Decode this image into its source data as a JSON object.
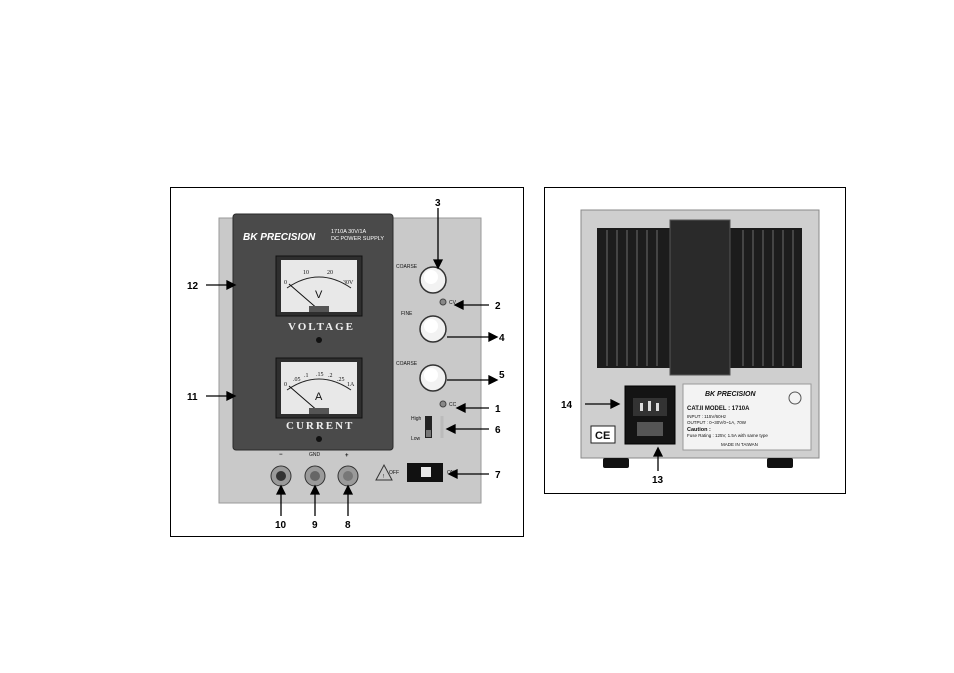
{
  "front_panel": {
    "brand": "BK PRECISION",
    "model_line1": "1710A  30V/1A",
    "model_line2": "DC POWER SUPPLY",
    "voltage_meter": {
      "label": "VOLTAGE",
      "unit": "V",
      "scale": [
        "0",
        "10",
        "20",
        "30V"
      ]
    },
    "current_meter": {
      "label": "CURRENT",
      "unit": "A",
      "scale": [
        "0",
        ".05",
        ".1",
        ".15",
        ".2",
        ".25",
        "1A"
      ]
    },
    "knobs": {
      "coarse_v": "COARSE",
      "fine": "FINE",
      "coarse_c": "COARSE"
    },
    "indicators": {
      "cv": "CV",
      "cc": "CC"
    },
    "range_switch": {
      "high": "High",
      "low": "Low"
    },
    "terminals": {
      "minus": "−",
      "gnd": "GND",
      "plus": "+"
    },
    "power_switch": {
      "off": "OFF",
      "on": "ON"
    },
    "callouts": [
      "1",
      "2",
      "3",
      "4",
      "5",
      "6",
      "7",
      "8",
      "9",
      "10",
      "11",
      "12"
    ]
  },
  "rear_panel": {
    "brand": "BK PRECISION",
    "cat_model": "CAT.II  MODEL : 1710A",
    "input": "INPUT : 115V/60Hz",
    "output": "OUTPUT : 0~30V/0~1A, 70W",
    "caution": "Caution :",
    "fuse": "Fuse Rating : 125V, 1.5A with same type",
    "made_in": "MADE IN TAIWAN",
    "ce": "CE",
    "callouts": [
      "13",
      "14"
    ]
  }
}
